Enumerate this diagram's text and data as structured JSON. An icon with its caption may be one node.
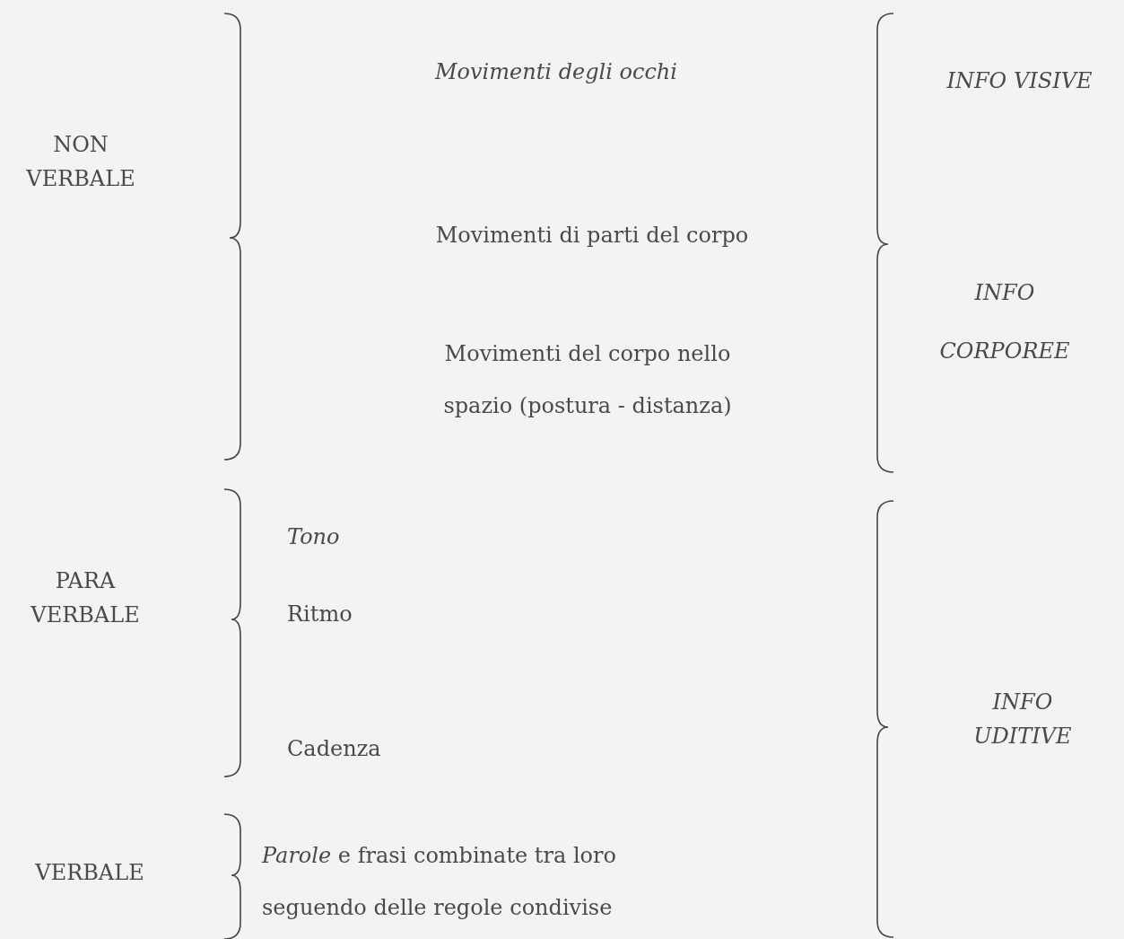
{
  "diagram": {
    "labels": [
      "Movimenti degli occhi",
      "INFO VISIVE",
      "NON VERBALE",
      "Movimenti di parti del corpo",
      "INFO CORPOREE",
      "Movimenti del corpo nello spazio (postura - distanza)",
      "Tono",
      "PARA VERBALE",
      "Ritmo",
      "INFO UDITIVE",
      "Cadenza",
      "*Parole* e frasi combinate tra loro seguendo delle regole condivise",
      "VERBALE"
    ]
  }
}
